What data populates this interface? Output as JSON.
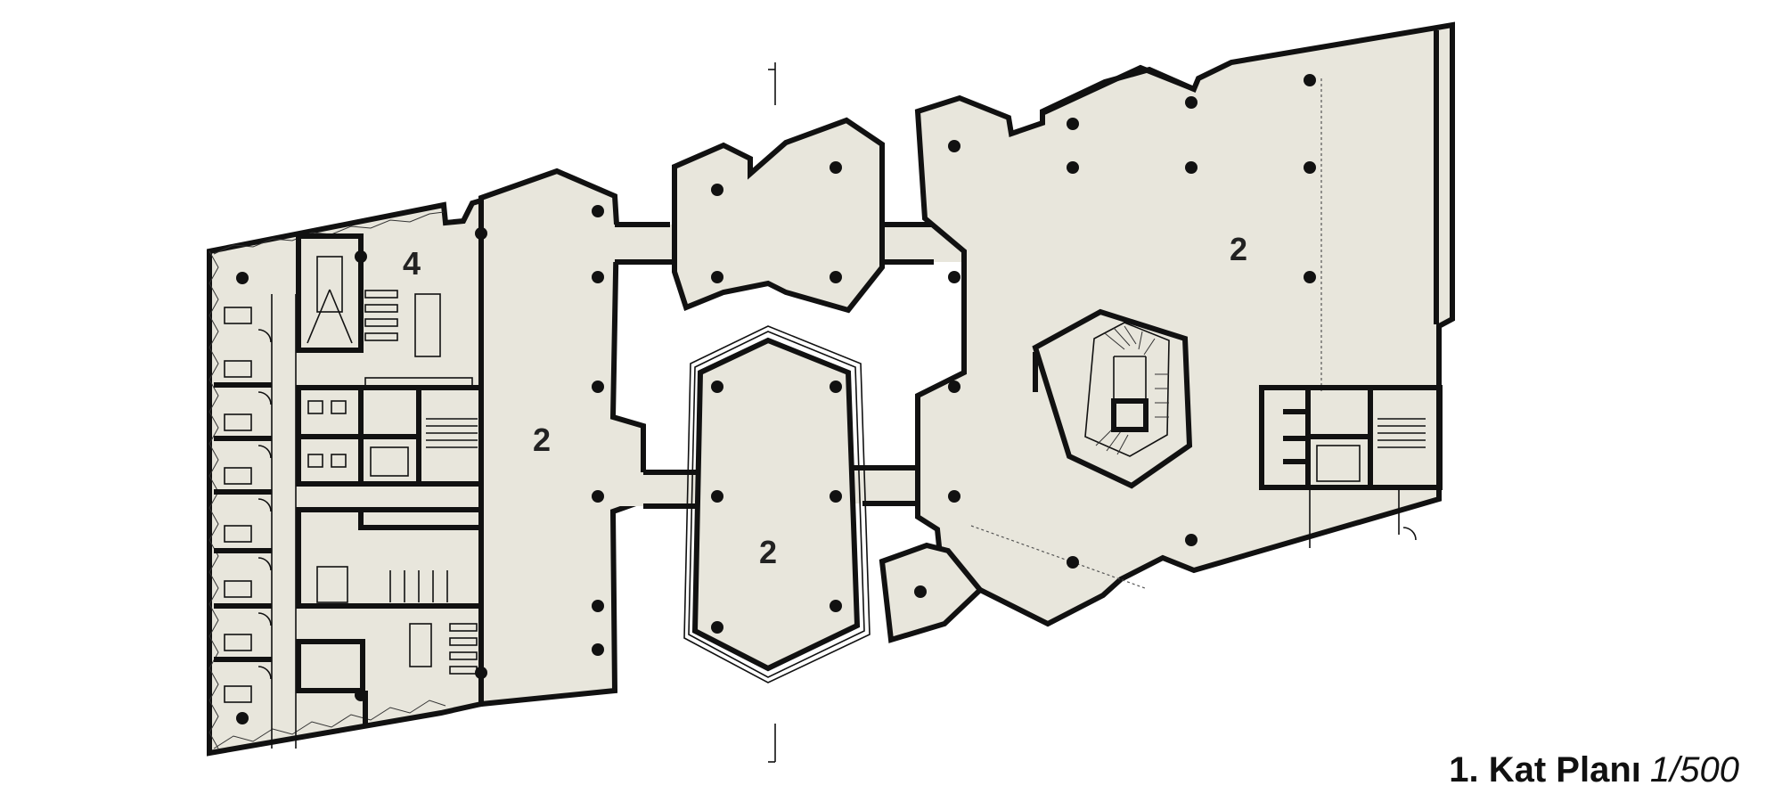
{
  "plan": {
    "title": "1. Kat Planı",
    "scale": "1/500",
    "room_labels": [
      "2",
      "2",
      "2",
      "4"
    ]
  },
  "colors": {
    "floor": "#e8e6dc",
    "walls": "#111111",
    "background": "#ffffff"
  }
}
